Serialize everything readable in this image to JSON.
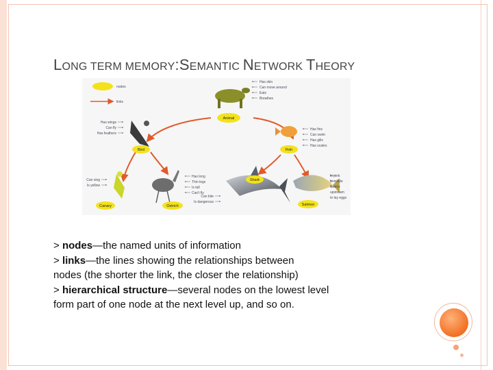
{
  "title": {
    "part1_cap": "L",
    "part1_rest": "ONG TERM MEMORY",
    "colon": ":",
    "part2_cap": "S",
    "part2_rest": "EMANTIC ",
    "part3_cap": "N",
    "part3_rest": "ETWORK ",
    "part4_cap": "T",
    "part4_rest": "HEORY"
  },
  "figure": {
    "legend": [
      "nodes",
      "links"
    ],
    "nodes": {
      "animal": "Animal",
      "bird": "Bird",
      "fish": "Fish",
      "canary": "Canary",
      "ostrich": "Ostrich",
      "shark": "Shark",
      "salmon": "Salmon"
    },
    "animal_props": [
      "Has skin",
      "Can move around",
      "Eats",
      "Breathes"
    ],
    "bird_props": [
      "Has wings",
      "Can fly",
      "Has feathers"
    ],
    "fish_props": [
      "Has fins",
      "Can swim",
      "Has gills",
      "Has scales"
    ],
    "canary_props": [
      "Can sing",
      "Is yellow"
    ],
    "ostrich_props": [
      "Has long",
      "Thin legs",
      "Is tall",
      "Can't fly"
    ],
    "shark_props": [
      "Can bite",
      "Is dangerous"
    ],
    "salmon_props": [
      "Is pink",
      "Is edible",
      "Swims",
      "upstream",
      "to lay eggs"
    ],
    "colors": {
      "node_fill": "#f3e21a",
      "arrow": "#e05a2a",
      "prop_text": "#3c3c55"
    }
  },
  "body": {
    "l1_a": "> ",
    "l1_b": "nodes",
    "l1_c": "—the named units of information",
    "l2_a": "> ",
    "l2_b": "links",
    "l2_c": "—the lines showing the relationships between",
    "l3": "nodes (the shorter the link, the closer the relationship)",
    "l4_a": "> ",
    "l4_b": "hierarchical structure",
    "l4_c": "—several nodes on the lowest level",
    "l5": "form part of one node at the next level up, and so on."
  }
}
